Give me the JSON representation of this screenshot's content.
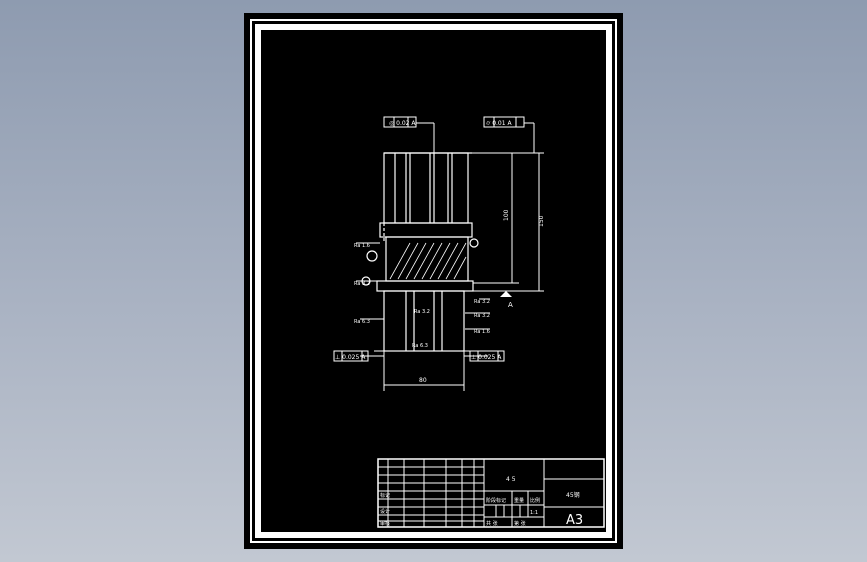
{
  "drawing": {
    "sheet_size": "A3",
    "tolerance_labels": {
      "top_left": "◎ 0.02 A",
      "top_right": "⌭ 0.01 A",
      "bottom_left": "⊥ 0.025 A",
      "bottom_right": "⊥ 0.025 A"
    },
    "datum_label": "A",
    "dimension_labels": {
      "inner_height": "100",
      "outer_height": "150",
      "bottom_width": "80"
    },
    "roughness_labels": [
      "Ra 3.2",
      "Ra 3.2",
      "Ra 1.6",
      "Ra 6.3",
      "Ra 3.2",
      "Ra 6.3",
      "Ra 3.2",
      "Ra 1.6"
    ],
    "title_block": {
      "part_name": "4 5",
      "material": "45钢",
      "row_label_1": "标记",
      "row_label_2": "设计",
      "row_label_3": "审核",
      "stage_label": "阶段标记",
      "weight_label": "重量",
      "scale_label": "比例",
      "scale_value": "1:1",
      "sheet_label": "共 张",
      "sheet_label_2": "第 张"
    }
  },
  "colors": {
    "background_top": "#8e9bb0",
    "sheet": "#000000",
    "lines": "#ffffff"
  }
}
